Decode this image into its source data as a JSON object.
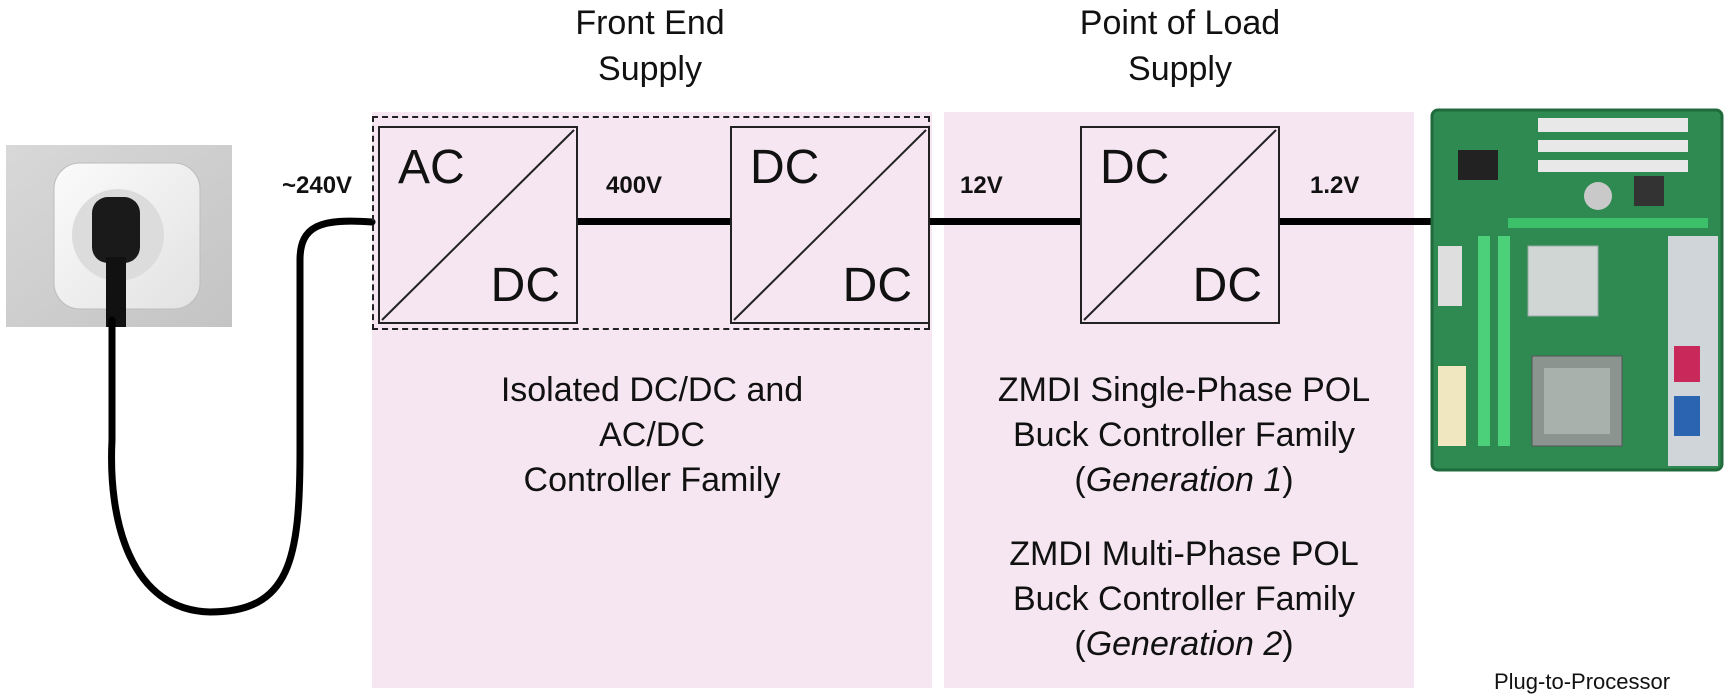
{
  "headings": {
    "front_end": "Front End Supply",
    "front_end_line1": "Front End",
    "front_end_line2": "Supply",
    "pol_line1": "Point of Load",
    "pol_line2": "Supply"
  },
  "voltages": {
    "mains": "~240V",
    "bus_400": "400V",
    "bus_12": "12V",
    "core": "1.2V"
  },
  "converters": [
    {
      "top": "AC",
      "bottom": "DC"
    },
    {
      "top": "DC",
      "bottom": "DC"
    },
    {
      "top": "DC",
      "bottom": "DC"
    }
  ],
  "descriptions": {
    "front_end": [
      "Isolated DC/DC and",
      "AC/DC",
      "Controller Family"
    ],
    "pol_gen1": [
      "ZMDI Single-Phase POL",
      "Buck Controller Family",
      "(",
      "Generation 1",
      ")"
    ],
    "pol_gen2": [
      "ZMDI Multi-Phase POL",
      "Buck Controller Family",
      "(",
      "Generation 2",
      ")"
    ]
  },
  "footer": "Plug-to-Processor",
  "colors": {
    "panel": "#f5e6f1",
    "line": "#000000"
  }
}
